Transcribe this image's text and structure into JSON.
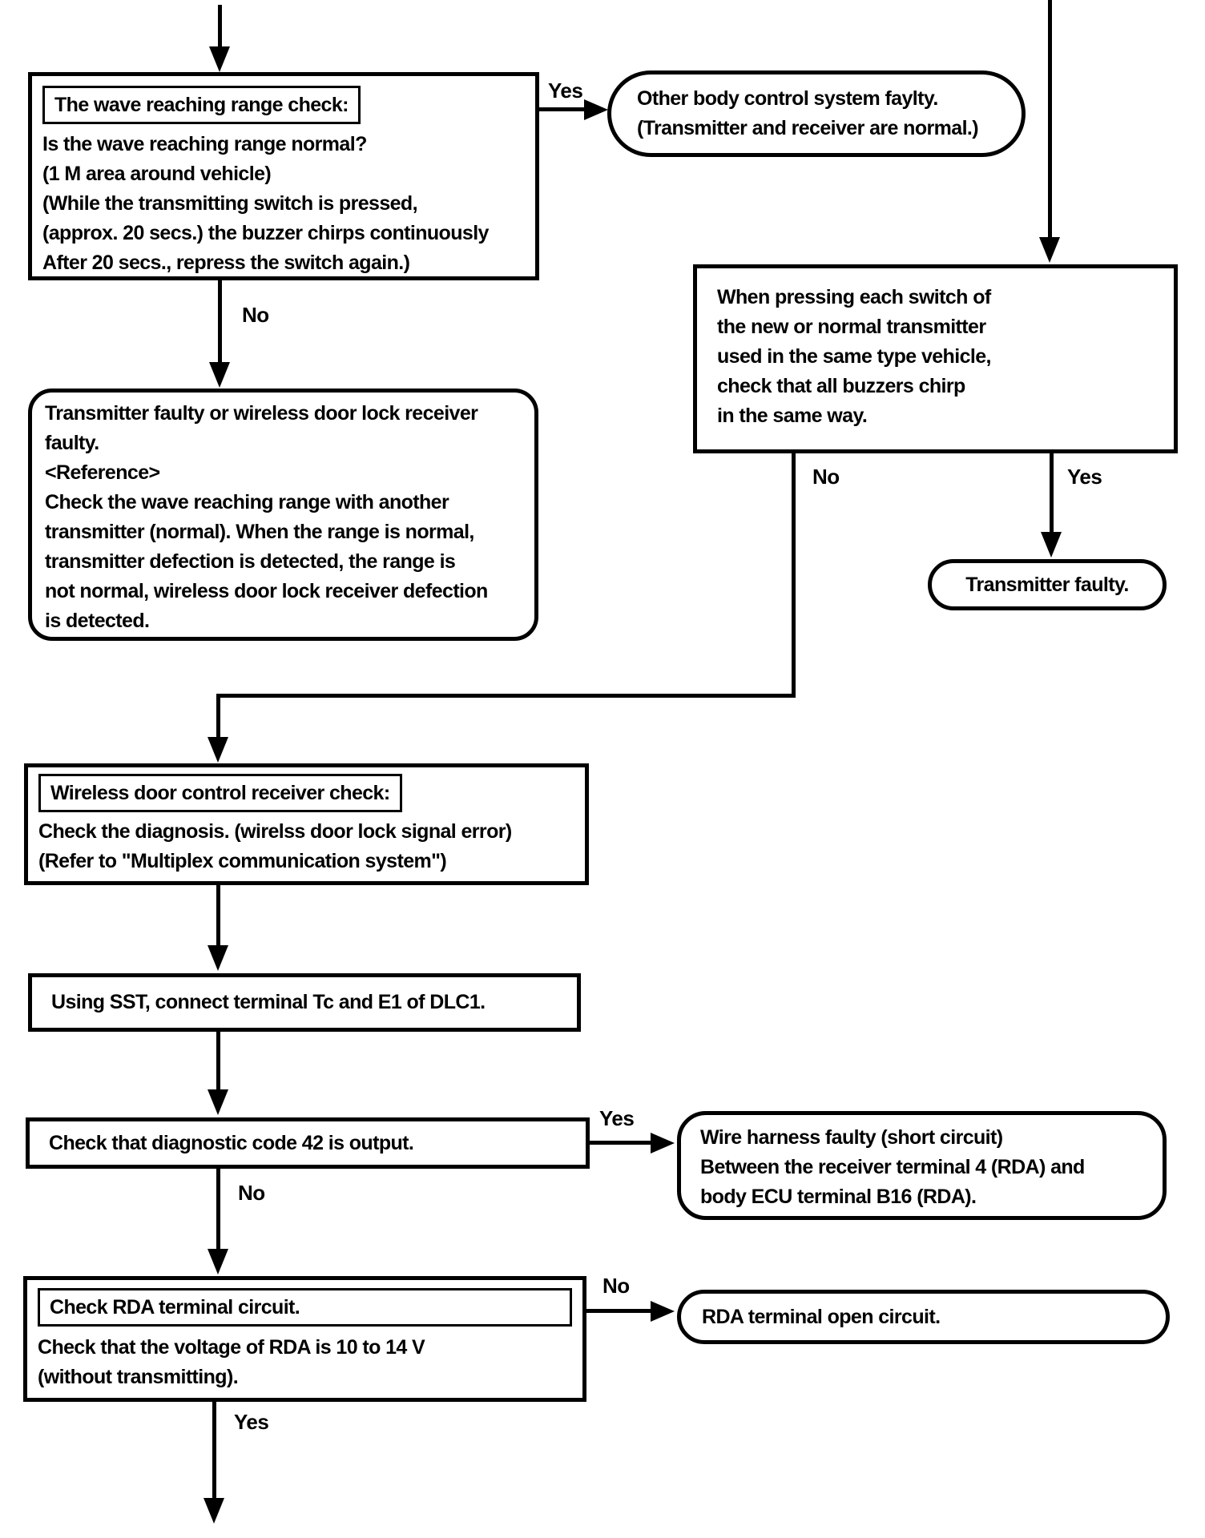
{
  "colors": {
    "ink": "#000000",
    "paper": "#ffffff"
  },
  "labels": {
    "yes": "Yes",
    "no": "No"
  },
  "nodes": {
    "wave_range_check": {
      "title": "The wave reaching range check:",
      "body": "Is the wave reaching range normal?\n(1 M area around vehicle)\n(While the transmitting switch is pressed,\n(approx. 20 secs.) the buzzer chirps continuously\nAfter 20 secs., repress the switch again.)"
    },
    "other_body_control": {
      "text": "Other body control system faylty.\n(Transmitter and receiver are normal.)"
    },
    "transmitter_or_receiver_faulty": {
      "text": "Transmitter faulty or wireless door lock receiver\nfaulty.\n<Reference>\nCheck the wave reaching range with another\ntransmitter (normal). When the range is normal,\ntransmitter defection is detected, the range is\nnot normal, wireless door lock receiver defection\nis detected."
    },
    "same_type_transmitter_check": {
      "text": "When pressing each switch of\nthe new or normal transmitter\nused in the same type vehicle,\ncheck that all buzzers chirp\nin the same way."
    },
    "transmitter_faulty": {
      "text": "Transmitter faulty."
    },
    "receiver_check": {
      "title": "Wireless door control receiver check:",
      "body": "Check the diagnosis. (wirelss door lock signal error)\n(Refer to \"Multiplex communication system\")"
    },
    "connect_sst": {
      "text": "Using SST, connect terminal Tc and E1 of DLC1."
    },
    "code42_check": {
      "text": "Check that diagnostic code 42 is output."
    },
    "wire_harness_faulty": {
      "text": "Wire harness faulty (short circuit)\nBetween the receiver terminal 4 (RDA) and\nbody ECU terminal B16 (RDA)."
    },
    "rda_circuit_check": {
      "title": "Check RDA terminal circuit.",
      "body": "Check that the voltage of RDA is 10 to 14 V\n(without transmitting)."
    },
    "rda_open_circuit": {
      "text": "RDA terminal open circuit."
    }
  }
}
